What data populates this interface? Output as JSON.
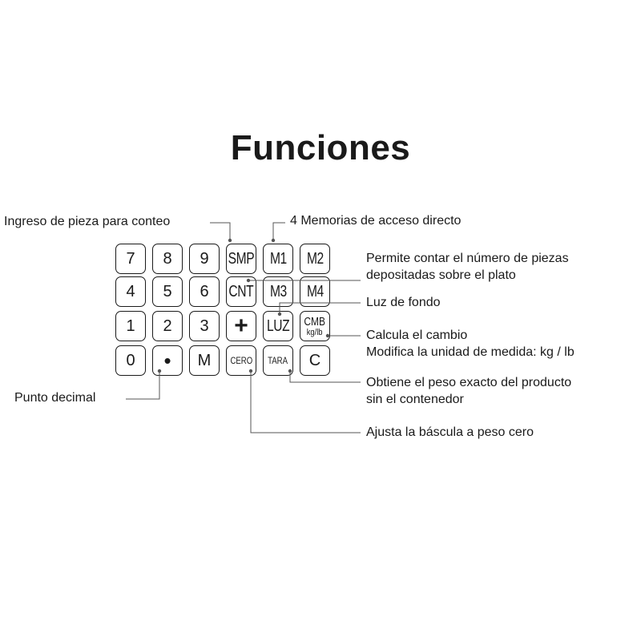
{
  "title": "Funciones",
  "keys": {
    "k7": "7",
    "k8": "8",
    "k9": "9",
    "smp": "SMP",
    "m1": "M1",
    "m2": "M2",
    "k4": "4",
    "k5": "5",
    "k6": "6",
    "cnt": "CNT",
    "m3": "M3",
    "m4": "M4",
    "k1": "1",
    "k2": "2",
    "k3": "3",
    "plus": "+",
    "luz": "LUZ",
    "cmb_top": "CMB",
    "cmb_bottom": "kg/lb",
    "k0": "0",
    "dot": "•",
    "m": "M",
    "cero": "CERO",
    "tara": "TARA",
    "c": "C"
  },
  "labels": {
    "smp": "Ingreso de pieza para conteo",
    "memories": "4 Memorias de acceso directo",
    "cnt_line1": "Permite contar el número de piezas",
    "cnt_line2": "depositadas sobre el plato",
    "luz": "Luz de fondo",
    "cmb_line1": "Calcula el cambio",
    "cmb_line2": "Modifica la unidad de medida: kg / lb",
    "tara_line1": "Obtiene el peso exacto del producto",
    "tara_line2": "sin el contenedor",
    "dot": "Punto decimal",
    "cero": "Ajusta la báscula a peso cero"
  }
}
